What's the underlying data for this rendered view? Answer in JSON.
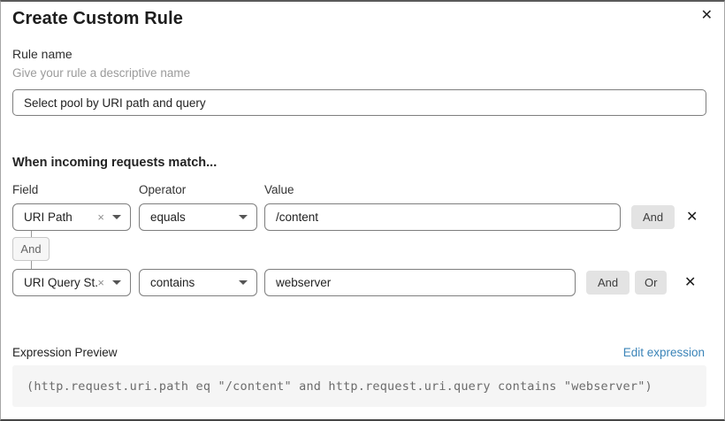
{
  "modal": {
    "title": "Create Custom Rule",
    "close_icon": "✕"
  },
  "rule_name": {
    "label": "Rule name",
    "helper": "Give your rule a descriptive name",
    "value": "Select pool by URI path and query"
  },
  "match": {
    "heading": "When incoming requests match...",
    "columns": {
      "field": "Field",
      "operator": "Operator",
      "value": "Value"
    },
    "connector_label": "And",
    "rows": [
      {
        "field": "URI Path",
        "operator": "equals",
        "value": "/content",
        "and_label": "And",
        "clear_icon": "×",
        "delete_icon": "✕"
      },
      {
        "field": "URI Query St...",
        "operator": "contains",
        "value": "webserver",
        "and_label": "And",
        "or_label": "Or",
        "clear_icon": "×",
        "delete_icon": "✕"
      }
    ]
  },
  "expression": {
    "label": "Expression Preview",
    "edit_link": "Edit expression",
    "code": "(http.request.uri.path eq \"/content\" and http.request.uri.query contains \"webserver\")"
  },
  "colors": {
    "link_blue": "#3b84b8",
    "button_gray": "#e3e3e3",
    "code_background": "#f5f5f5",
    "border_gray": "#7e7e7e"
  }
}
